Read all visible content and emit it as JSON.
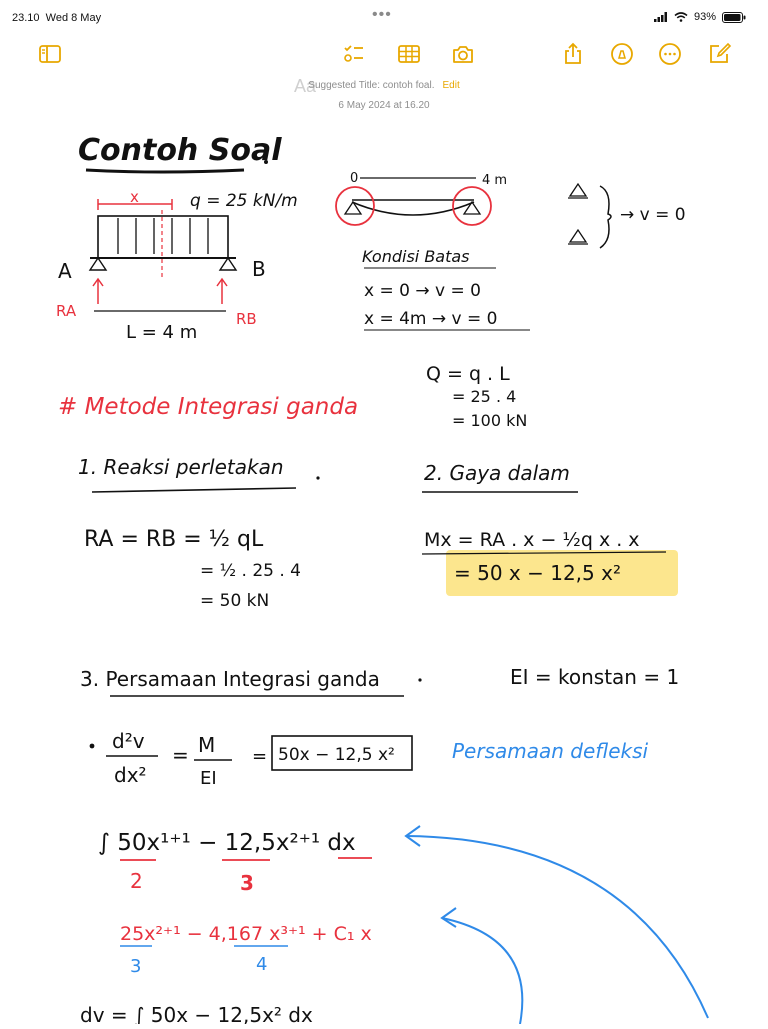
{
  "status": {
    "time": "23.10",
    "date": "Wed 8 May",
    "battery": "93%"
  },
  "toolbar": {
    "format_label": "Aa"
  },
  "header": {
    "suggested_title": "Suggested Title: contoh foal.",
    "edit_label": "Edit",
    "date": "6 May 2024 at 16.20"
  },
  "icons": [
    "sidebar-icon",
    "checklist-icon",
    "table-icon",
    "camera-icon",
    "share-icon",
    "markup-icon",
    "more-icon",
    "compose-icon"
  ],
  "colors": {
    "accent": "#e8a800",
    "ink": "#111111",
    "red_ink": "#e8323e",
    "blue_ink": "#2f8ae8",
    "highlight": "#fbe27a"
  },
  "note": {
    "title": "Contoh Soal",
    "beam": {
      "x_label": "x",
      "load": "q = 25 kN/m",
      "support_a": "A",
      "support_b": "B",
      "reaction_a": "RA",
      "reaction_b": "RB",
      "length": "L = 4 m"
    },
    "bc_diagram": {
      "span": "4 m",
      "zero": "0"
    },
    "bc_title": "Kondisi Batas",
    "bc_lines": [
      "x = 0  →  v = 0",
      "x = 4m →  v = 0"
    ],
    "supports_rule": "→ v = 0",
    "q_lines": [
      "Q = q . L",
      "= 25 . 4",
      "= 100 kN"
    ],
    "method_heading": "# Metode Integrasi ganda",
    "s1_heading": "1. Reaksi perletakan",
    "s1_lines": [
      "RA = RB = ½ qL",
      "= ½ . 25 . 4",
      "= 50 kN"
    ],
    "s2_heading": "2. Gaya dalam",
    "s2_lines": [
      "Mx = RA . x − ½q x . x",
      "= 50 x − 12,5 x²"
    ],
    "s3_heading": "3. Persamaan Integrasi ganda",
    "ei_line": "EI = konstan = 1",
    "eq_line": {
      "lhs_num": "d²v",
      "lhs_den": "dx²",
      "mid_num": "M",
      "mid_den": "EI",
      "boxed": "50x − 12,5 x²"
    },
    "deflection_label": "Persamaan defleksi",
    "integral_line": "∫ 50x¹⁺¹ − 12,5x²⁺¹ dx",
    "integral_dens": [
      "2",
      "3"
    ],
    "result_line": "25x²⁺¹ − 4,167 x³⁺¹ + C₁ x",
    "result_dens": [
      "3",
      "4"
    ],
    "next_line": "dv = ∫ 50x − 12,5x² dx"
  }
}
